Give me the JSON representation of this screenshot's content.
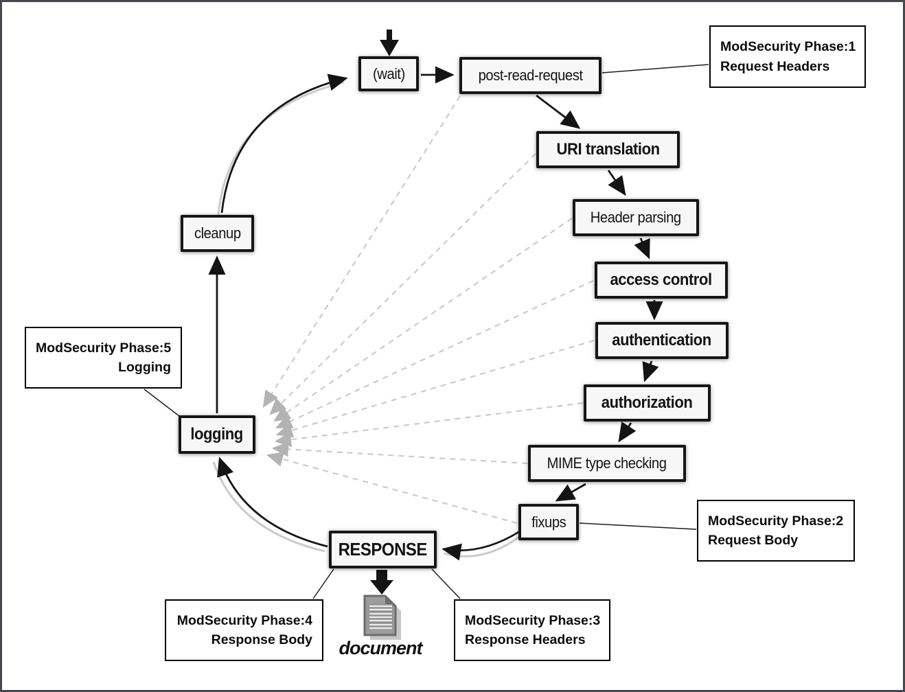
{
  "diagram": {
    "nodes": {
      "wait": {
        "label": "(wait)"
      },
      "post_read_request": {
        "label": "post-read-request"
      },
      "uri_translation": {
        "label": "URI translation"
      },
      "header_parsing": {
        "label": "Header parsing"
      },
      "access_control": {
        "label": "access control"
      },
      "authentication": {
        "label": "authentication"
      },
      "authorization": {
        "label": "authorization"
      },
      "mime_type_checking": {
        "label": "MIME type checking"
      },
      "fixups": {
        "label": "fixups"
      },
      "response": {
        "label": "RESPONSE"
      },
      "logging": {
        "label": "logging"
      },
      "cleanup": {
        "label": "cleanup"
      }
    },
    "annotations": {
      "phase1": {
        "line1": "ModSecurity Phase:1",
        "line2": "Request Headers",
        "attached_to": "post-read-request"
      },
      "phase2": {
        "line1": "ModSecurity Phase:2",
        "line2": "Request Body",
        "attached_to": "fixups"
      },
      "phase3": {
        "line1": "ModSecurity Phase:3",
        "line2": "Response Headers",
        "attached_to": "RESPONSE"
      },
      "phase4": {
        "line1": "ModSecurity Phase:4",
        "line2": "Response Body",
        "attached_to": "RESPONSE"
      },
      "phase5": {
        "line1": "ModSecurity Phase:5",
        "line2": "Logging",
        "attached_to": "logging"
      }
    },
    "document_label": "document",
    "flow_order": [
      "(wait)",
      "post-read-request",
      "URI translation",
      "Header parsing",
      "access control",
      "authentication",
      "authorization",
      "MIME type checking",
      "fixups",
      "RESPONSE",
      "logging",
      "cleanup"
    ],
    "dashed_links_to_logging": [
      "post-read-request",
      "URI translation",
      "Header parsing",
      "access control",
      "authentication",
      "authorization",
      "MIME type checking",
      "fixups"
    ],
    "colors": {
      "node_border": "#161616",
      "node_background": "#f7f7f7",
      "dashed_line": "#cbcbcb",
      "dashed_arrowhead": "#b3b3b3",
      "annotation_border": "#000000",
      "frame_border": "#47474f",
      "background": "#ffffff",
      "document_icon_gray": "#9c9c9c"
    }
  }
}
